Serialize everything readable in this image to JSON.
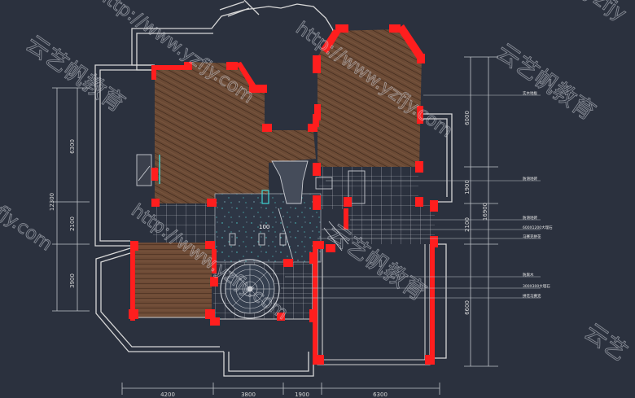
{
  "room_label": "100",
  "dimensions": {
    "left": [
      "6300",
      "12300",
      "2100",
      "3900"
    ],
    "right": [
      "6000",
      "1900",
      "16900",
      "2100",
      "6600"
    ],
    "bottom": [
      "4200",
      "3800",
      "1900",
      "6300"
    ]
  },
  "annotations": [
    "实木地板",
    "防滑地砖",
    "防滑地砖",
    "600X1200大理石",
    "马赛克拼花",
    "防腐木",
    "300X300大理石",
    "拼花马赛克"
  ],
  "watermarks": {
    "url": "http://www.yzfjy.com",
    "brand": "云艺帆教育",
    "fragment_yzfjy": "yzfjy",
    "fragment_com": "fjy.com",
    "fragment_brand": "云艺"
  },
  "colors": {
    "background": "#2b313e",
    "wall": "#ff1e1e",
    "wood_floor": "#6b4a35",
    "tile_line": "#b9bcc2",
    "outline": "#d7d7d7"
  }
}
